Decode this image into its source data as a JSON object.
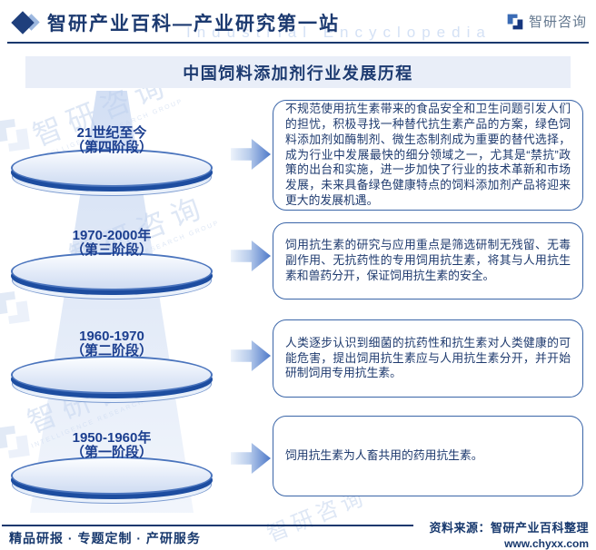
{
  "header": {
    "title": "智研产业百科—产业研究第一站",
    "brand": "智研咨询",
    "watermark_en": "Industrial Encyclopedia"
  },
  "banner": {
    "title": "中国饲料添加剂行业发展历程"
  },
  "stages": [
    {
      "period": "21世纪至今",
      "phase": "（第四阶段）",
      "description": "不规范使用抗生素带来的食品安全和卫生问题引发人们的担忧，积极寻找一种替代抗生素产品的方案，绿色饲料添加剂如酶制剂、微生态制剂成为重要的替代选择，成为行业中发展最快的细分领域之一，尤其是“禁抗”政策的出台和实施，进一步加快了行业的技术革新和市场发展，未来具备绿色健康特点的饲料添加剂产品将迎来更大的发展机遇。"
    },
    {
      "period": "1970-2000年",
      "phase": "（第三阶段）",
      "description": "饲用抗生素的研究与应用重点是筛选研制无残留、无毒副作用、无抗药性的专用饲用抗生素，将其与人用抗生素和兽药分开，保证饲用抗生素的安全。"
    },
    {
      "period": "1960-1970",
      "phase": "（第二阶段）",
      "description": "人类逐步认识到细菌的抗药性和抗生素对人类健康的可能危害，提出饲用抗生素应与人用抗生素分开，并开始研制饲用专用抗生素。"
    },
    {
      "period": "1950-1960年",
      "phase": "（第一阶段）",
      "description": "饲用抗生素为人畜共用的药用抗生素。"
    }
  ],
  "watermark": {
    "cn": "智研咨询",
    "en": "INTELLIGENCE RESEARCH GROUP"
  },
  "footer": {
    "services": "精品研报 · 专题定制 · 产研服务",
    "source": "资料来源：智研产业百科整理",
    "website": "www.chyxx.com"
  },
  "colors": {
    "navy": "#17386d",
    "label_blue": "#1b3e8f",
    "box_border": "#3a65a8",
    "banner_bg": "#e9eef8",
    "arrow_blue": "#4d78c8"
  }
}
